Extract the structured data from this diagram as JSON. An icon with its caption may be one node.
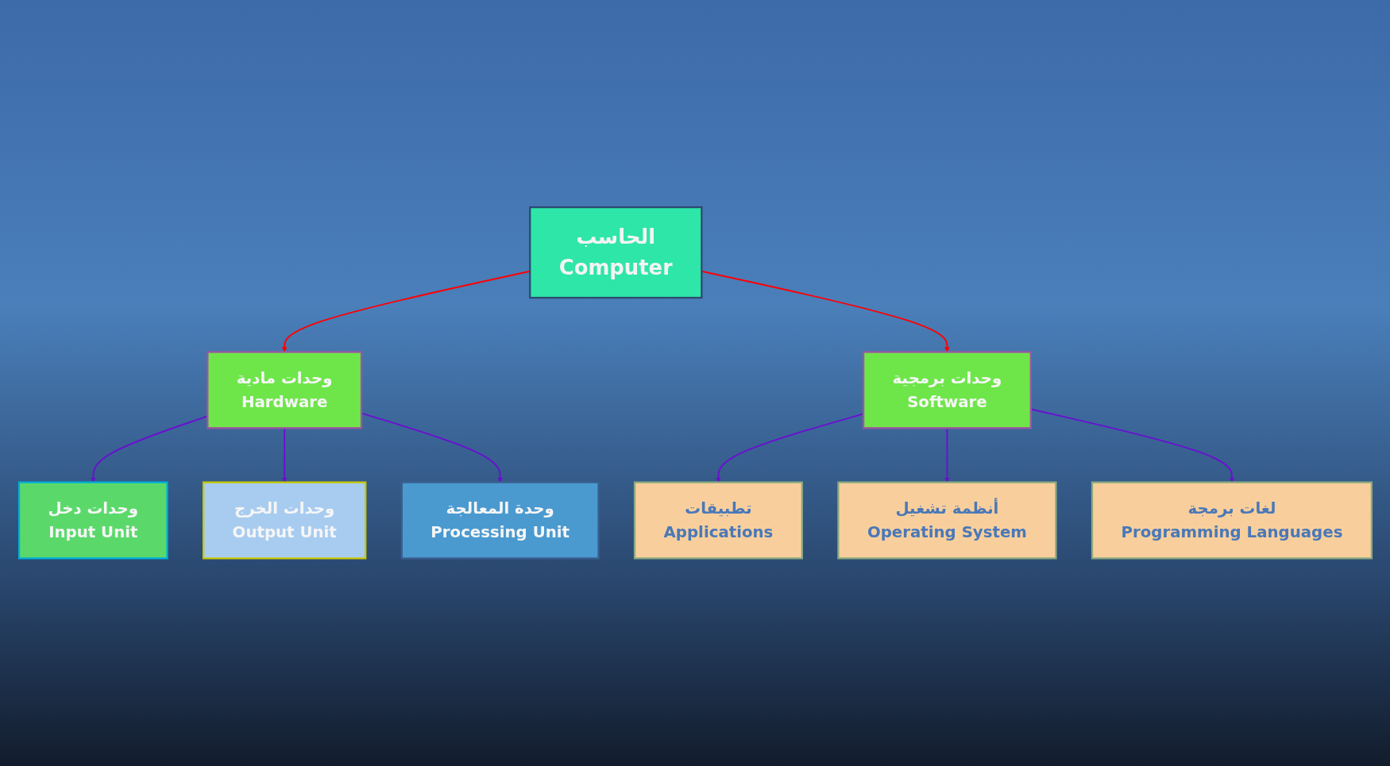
{
  "diagram": {
    "nodes": [
      {
        "text": [
          "الحاسب",
          "Computer"
        ]
      },
      {
        "text": [
          "وحدات مادية",
          "Hardware"
        ]
      },
      {
        "text": [
          "وحدات برمجية",
          "Software"
        ]
      },
      {
        "text": [
          "وحدات دخل",
          "Input Unit"
        ]
      },
      {
        "text": [
          "وحدات الخرج",
          "Output Unit"
        ]
      },
      {
        "text": [
          "تطبيقات",
          "Applications"
        ]
      },
      {
        "text": [
          "لغات برمجة",
          "Programming Languages"
        ]
      },
      {
        "text": [
          "وحدة المعالجة",
          "Processing Unit"
        ]
      },
      {
        "text": [
          "أنظمة تشغيل",
          "Operating System"
        ]
      }
    ],
    "edges": [
      {
        "from": 0,
        "to": 1,
        "arrow": "to",
        "color": "#ff0000"
      },
      {
        "from": 0,
        "to": 2,
        "arrow": "to",
        "color": "#ff0000"
      },
      {
        "from": 1,
        "to": 3,
        "arrow": "to"
      },
      {
        "from": 1,
        "to": 4,
        "arrow": "to"
      },
      {
        "from": 1,
        "to": 7,
        "arrow": "to"
      },
      {
        "from": 2,
        "to": 5,
        "arrow": "to"
      },
      {
        "from": 2,
        "to": 8,
        "arrow": "to"
      },
      {
        "from": 2,
        "to": 6,
        "arrow": "to"
      }
    ]
  }
}
